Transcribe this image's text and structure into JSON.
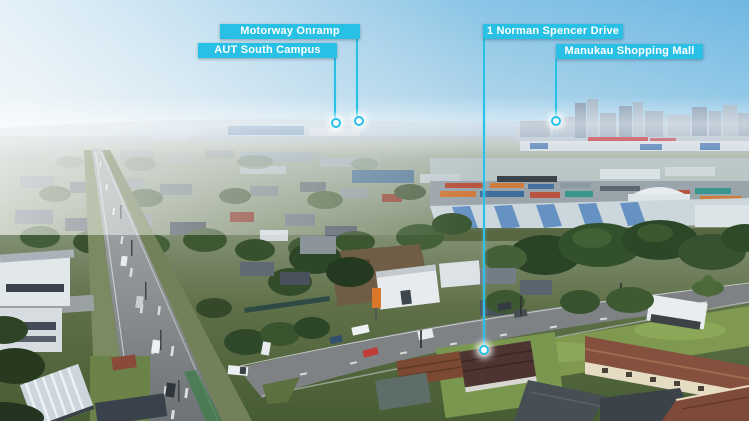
{
  "photo": {
    "alt": "Aerial drone view of a suburban neighbourhood with city skyline, industrial area and main road",
    "accent_color": "#29c0e6",
    "label_text_color": "#ffffff"
  },
  "callouts": [
    {
      "id": "motorway-onramp",
      "label": "Motorway Onramp"
    },
    {
      "id": "aut-south-campus",
      "label": "AUT South Campus"
    },
    {
      "id": "norman-spencer-drive",
      "label": "1 Norman Spencer Drive"
    },
    {
      "id": "manukau-shopping-mall",
      "label": "Manukau Shopping Mall"
    }
  ]
}
